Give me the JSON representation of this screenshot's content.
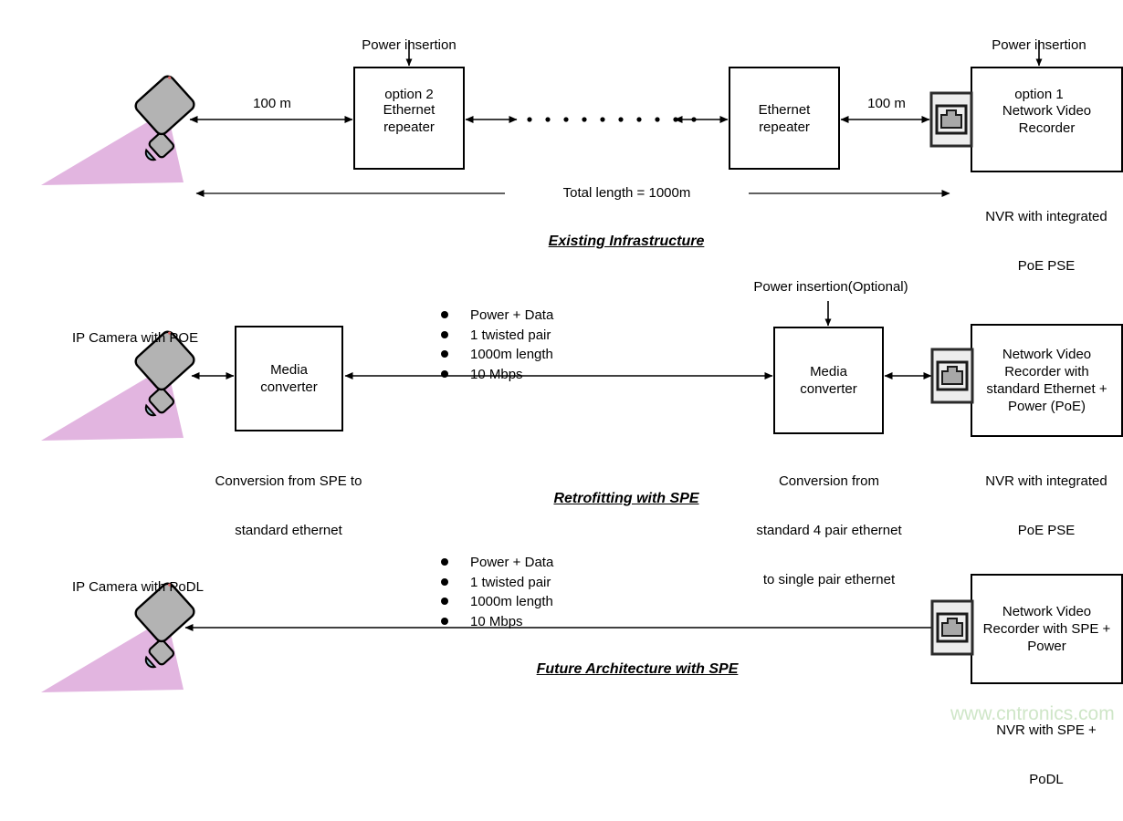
{
  "meta": {
    "watermark": "www.cntronics.com",
    "watermark_color": "#cfe6c8",
    "camera_body_color": "#b3b3b3",
    "camera_beam_color": "#e2b5e0",
    "port_fill_color": "#ededed",
    "port_jack_color": "#a8a8a8",
    "line_color": "#000000"
  },
  "rows": [
    {
      "id": "existing",
      "caption": "Existing Infrastructure",
      "annotations": [
        {
          "name": "power-insertion-option-2",
          "lines": [
            "Power insertion",
            "option 2"
          ]
        },
        {
          "name": "power-insertion-option-1",
          "lines": [
            "Power insertion",
            "option 1"
          ]
        }
      ],
      "link_labels": [
        "100 m",
        "100 m"
      ],
      "span_label": "Total length = 1000m",
      "boxes": [
        {
          "name": "ethernet-repeater-left",
          "lines": [
            "Ethernet",
            "repeater"
          ]
        },
        {
          "name": "ethernet-repeater-right",
          "lines": [
            "Ethernet",
            "repeater"
          ]
        },
        {
          "name": "network-video-recorder",
          "lines": [
            "Network Video",
            "Recorder"
          ]
        }
      ],
      "sublabels": [
        {
          "name": "nvr-sublabel",
          "lines": [
            "NVR with integrated",
            "PoE PSE"
          ]
        }
      ]
    },
    {
      "id": "retrofitting",
      "caption": "Retrofitting with SPE",
      "camera_label": "IP Camera with POE",
      "annotations": [
        {
          "name": "power-insertion-optional",
          "lines": [
            "Power insertion(Optional)"
          ]
        }
      ],
      "bullets": [
        "Power + Data",
        "1 twisted pair",
        "1000m length",
        "10 Mbps"
      ],
      "boxes": [
        {
          "name": "media-converter-left",
          "lines": [
            "Media",
            "converter"
          ]
        },
        {
          "name": "media-converter-right",
          "lines": [
            "Media",
            "converter"
          ]
        },
        {
          "name": "network-video-recorder",
          "lines": [
            "Network Video",
            "Recorder with",
            "standard Ethernet +",
            "Power (PoE)"
          ]
        }
      ],
      "sublabels": [
        {
          "name": "media-converter-left-sublabel",
          "lines": [
            "Conversion from SPE to",
            "standard ethernet"
          ]
        },
        {
          "name": "media-converter-right-sublabel",
          "lines": [
            "Conversion from",
            "standard 4 pair ethernet",
            "to single pair ethernet"
          ]
        },
        {
          "name": "nvr-sublabel",
          "lines": [
            "NVR with integrated",
            "PoE PSE"
          ]
        }
      ]
    },
    {
      "id": "future",
      "caption": "Future Architecture with SPE",
      "camera_label": "IP Camera with PoDL",
      "bullets": [
        "Power + Data",
        "1 twisted pair",
        "1000m length",
        "10 Mbps"
      ],
      "boxes": [
        {
          "name": "network-video-recorder",
          "lines": [
            "Network Video",
            "Recorder with SPE +",
            "Power"
          ]
        }
      ],
      "sublabels": [
        {
          "name": "nvr-sublabel",
          "lines": [
            "NVR with SPE +",
            "PoDL"
          ]
        }
      ]
    }
  ]
}
